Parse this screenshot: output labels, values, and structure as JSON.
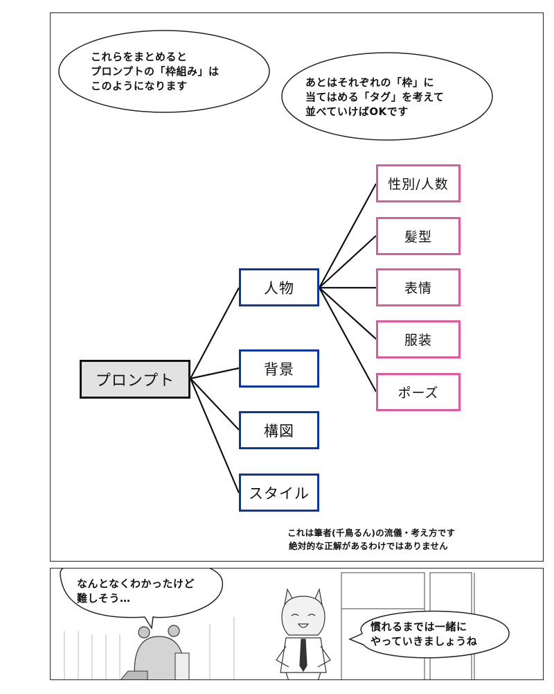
{
  "top_panel": {
    "bubble_left": {
      "lines": [
        "これらをまとめると",
        "プロンプトの「枠組み」は",
        "このようになります"
      ]
    },
    "bubble_right": {
      "lines": [
        "あとはそれぞれの「枠」に",
        "当てはめる「タグ」を考えて",
        "並べていけばOKです"
      ]
    },
    "diagram": {
      "root": "プロンプト",
      "categories": [
        "人物",
        "背景",
        "構図",
        "スタイル"
      ],
      "person_tags": [
        "性別/人数",
        "髪型",
        "表情",
        "服装",
        "ポーズ"
      ]
    },
    "note": {
      "lines": [
        "これは筆者(千鳥るん)の流儀・考え方です",
        "絶対的な正解があるわけではありません"
      ]
    }
  },
  "bottom_panel": {
    "bubble_left": {
      "lines": [
        "なんとなくわかったけど",
        "難しそう…"
      ]
    },
    "bubble_right": {
      "lines": [
        "慣れるまでは一緒に",
        "やっていきましょうね"
      ]
    }
  }
}
